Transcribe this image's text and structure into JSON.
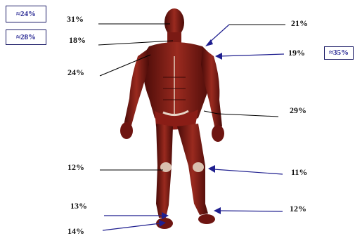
{
  "boxes": {
    "top_left_1": "≈24%",
    "top_left_2": "≈28%",
    "right": "≈35%"
  },
  "labels": {
    "head": "31%",
    "neck": "18%",
    "chest_left": "24%",
    "shoulder_right": "21%",
    "bicep_right": "19%",
    "forearm_right": "29%",
    "thigh_left": "12%",
    "knee_right": "11%",
    "calf_left": "13%",
    "calf_right": "12%",
    "ankle_left": "14%"
  },
  "colors": {
    "muscle_dark": "#5a0f0c",
    "muscle_mid": "#8c1f17",
    "muscle_light": "#b8483a",
    "tendon": "#e8d6c8",
    "box_text": "#1f1f8f"
  }
}
